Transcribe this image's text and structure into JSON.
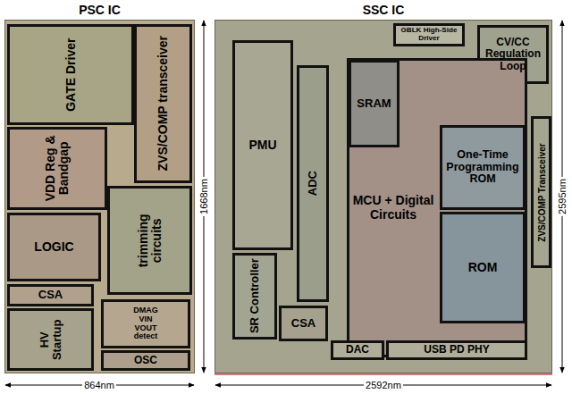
{
  "diagram": {
    "nodes": [
      {
        "text": [
          "PSC IC"
        ]
      },
      {
        "text": [
          "GATE Driver"
        ],
        "in": 0
      },
      {
        "text": [
          "ZVS/COMP transceiver"
        ],
        "in": 0
      },
      {
        "text": [
          "VDD Reg & Bandgap"
        ],
        "in": 0
      },
      {
        "text": [
          "LOGIC"
        ],
        "in": 0
      },
      {
        "text": [
          "trimming circuits"
        ],
        "in": 0
      },
      {
        "text": [
          "CSA"
        ],
        "in": 0
      },
      {
        "text": [
          "HV Startup"
        ],
        "in": 0
      },
      {
        "text": [
          "DMAG VIN VOUT detect"
        ],
        "in": 0
      },
      {
        "text": [
          "OSC"
        ],
        "in": 0
      },
      {
        "text": [
          "SSC IC"
        ]
      },
      {
        "text": [
          "GBLK High-Side Driver"
        ],
        "in": 10
      },
      {
        "text": [
          "CV/CC Regulation Loop"
        ],
        "in": 10
      },
      {
        "text": [
          "PMU"
        ],
        "in": 10
      },
      {
        "text": [
          "ADC"
        ],
        "in": 10
      },
      {
        "text": [
          "MCU + Digital Circuits"
        ],
        "in": 10
      },
      {
        "text": [
          "SRAM"
        ],
        "in": 15
      },
      {
        "text": [
          "One-Time Programming ROM"
        ],
        "in": 15
      },
      {
        "text": [
          "ROM"
        ],
        "in": 15
      },
      {
        "text": [
          "ZVS/COMP Transceiver"
        ],
        "in": 10
      },
      {
        "text": [
          "SR Controller"
        ],
        "in": 10
      },
      {
        "text": [
          "CSA"
        ],
        "in": 10
      },
      {
        "text": [
          "DAC"
        ],
        "in": 10
      },
      {
        "text": [
          "USB PD PHY"
        ],
        "in": 10
      }
    ],
    "labels": [
      "1668nm",
      "864nm",
      "2595nm",
      "2592nm"
    ]
  }
}
